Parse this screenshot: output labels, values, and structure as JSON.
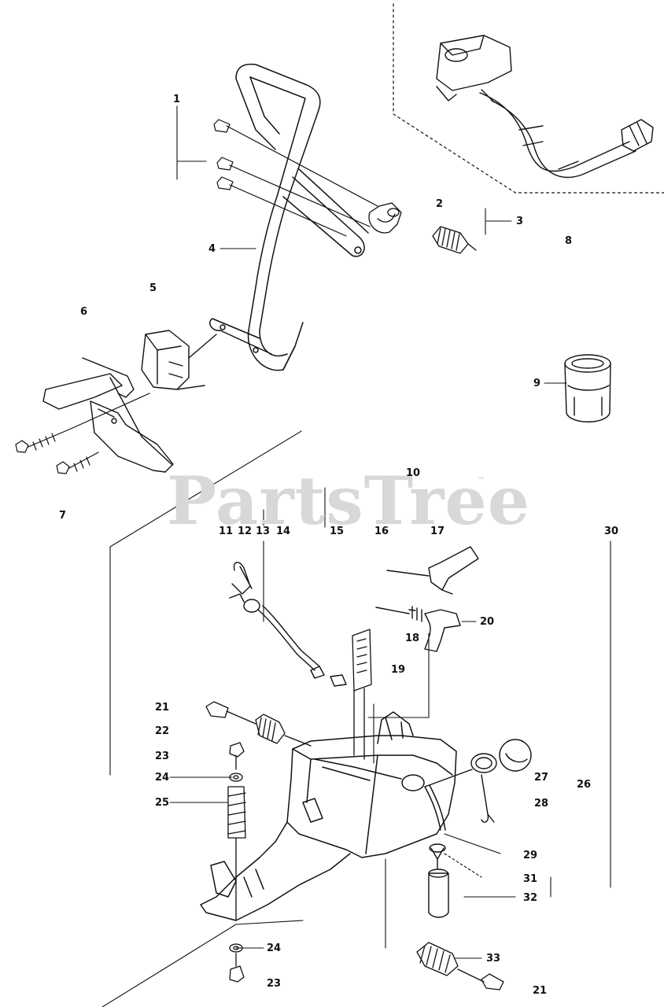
{
  "watermark": {
    "text": "PartsTree",
    "mark": "™"
  },
  "callouts": {
    "c1": "1",
    "c2": "2",
    "c3": "3",
    "c4": "4",
    "c5": "5",
    "c6": "6",
    "c7": "7",
    "c8": "8",
    "c9": "9",
    "c10": "10",
    "c11": "11",
    "c12": "12",
    "c13": "13",
    "c14": "14",
    "c15": "15",
    "c16": "16",
    "c17": "17",
    "c18": "18",
    "c19": "19",
    "c20": "20",
    "c21a": "21",
    "c21b": "21",
    "c22": "22",
    "c23a": "23",
    "c23b": "23",
    "c24a": "24",
    "c24b": "24",
    "c25": "25",
    "c26": "26",
    "c27": "27",
    "c28": "28",
    "c29": "29",
    "c30": "30",
    "c31": "31",
    "c32": "32",
    "c33": "33"
  }
}
